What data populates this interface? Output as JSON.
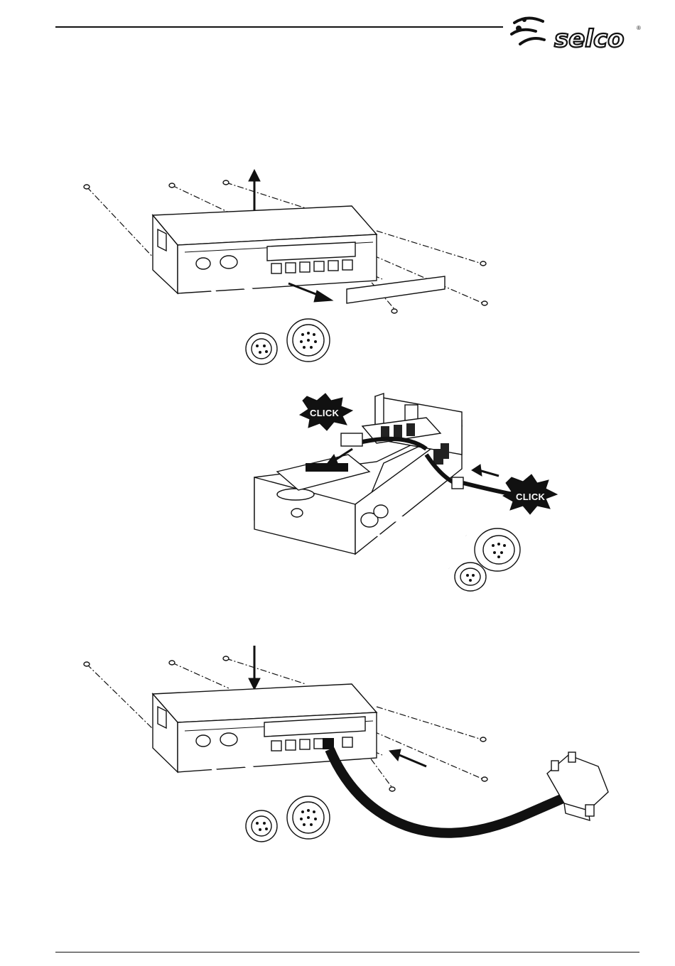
{
  "header": {
    "brand": "selco",
    "registered_mark": "®"
  },
  "figures": {
    "fig2": {
      "callout_top": "CLICK",
      "callout_right": "CLICK"
    }
  },
  "icons": {
    "logo": "selco-logo-icon",
    "up_arrow": "arrow-up-icon",
    "down_arrow": "arrow-down-icon",
    "screw": "screw-icon"
  }
}
